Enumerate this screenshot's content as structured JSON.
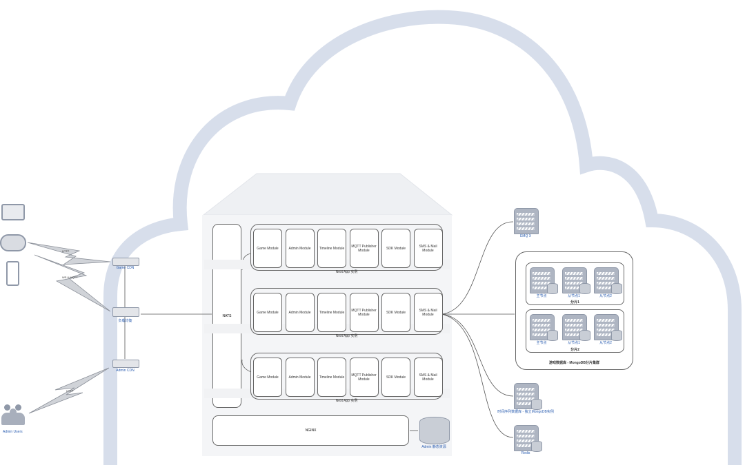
{
  "clients": {
    "link_game": "HTTP",
    "link_ws": "WS & MQTT",
    "link_admin": "HTTP",
    "admin_users": "Admin Users"
  },
  "network": {
    "game_cdn": "Game CDN",
    "load_balancer": "负载均衡",
    "admin_cdn": "Admin CDN"
  },
  "rack": {
    "nats": "NATS",
    "app_label": "Next App 实例",
    "modules": [
      "Game Module",
      "Admin Module",
      "Timeline Module",
      "MQTT Publisher Module",
      "SDK Module",
      "SMS & Mail Module"
    ],
    "nginx": "NGINX",
    "admin_static": "Admin 静态资源"
  },
  "services": {
    "emqx": "EMQ X",
    "primary": "主节点",
    "secondary1": "从节点1",
    "secondary2": "从节点2",
    "shard1": "分片1",
    "shard2": "分片2",
    "cluster": "游戏数据库 - MongoDB分片集群",
    "timeseries": "时间序列数据库 - 独立MongoDB实例",
    "redis": "Redis"
  },
  "colors": {
    "cloud": "#d7deeb",
    "icon": "#8f98a8",
    "label_blue": "#2a5db0"
  }
}
